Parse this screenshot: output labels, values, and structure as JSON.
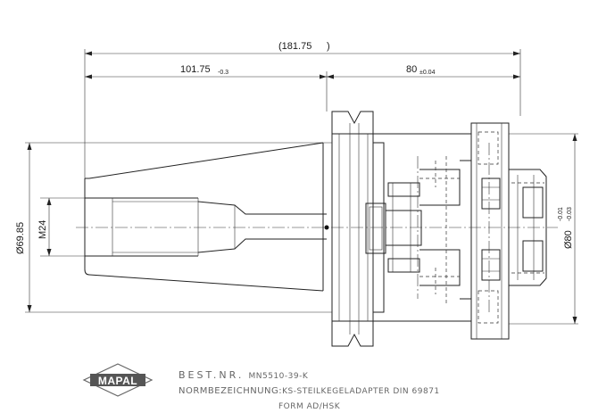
{
  "dimensions": {
    "overall": {
      "value": "(181.75",
      "suffix": ")"
    },
    "taper_length": {
      "value": "101.75",
      "tolerance": "-0.3"
    },
    "adapter_length": {
      "value": "80",
      "tolerance": "±0.04"
    },
    "flange_diameter": {
      "value": "Ø69.85"
    },
    "thread": {
      "value": "M24"
    },
    "bore_diameter": {
      "value": "Ø80",
      "tol_upper": "-0.01",
      "tol_lower": "-0.03"
    }
  },
  "logo": {
    "text": "MAPAL",
    "color": "#555555"
  },
  "title_block": {
    "order_label": "BEST.NR.",
    "order_value": "MN5510-39-K",
    "designation_label": "NORMBEZEICHNUNG:",
    "designation_value": "KS-STEILKEGELADAPTER DIN 69871",
    "form_value": "FORM AD/HSK"
  }
}
